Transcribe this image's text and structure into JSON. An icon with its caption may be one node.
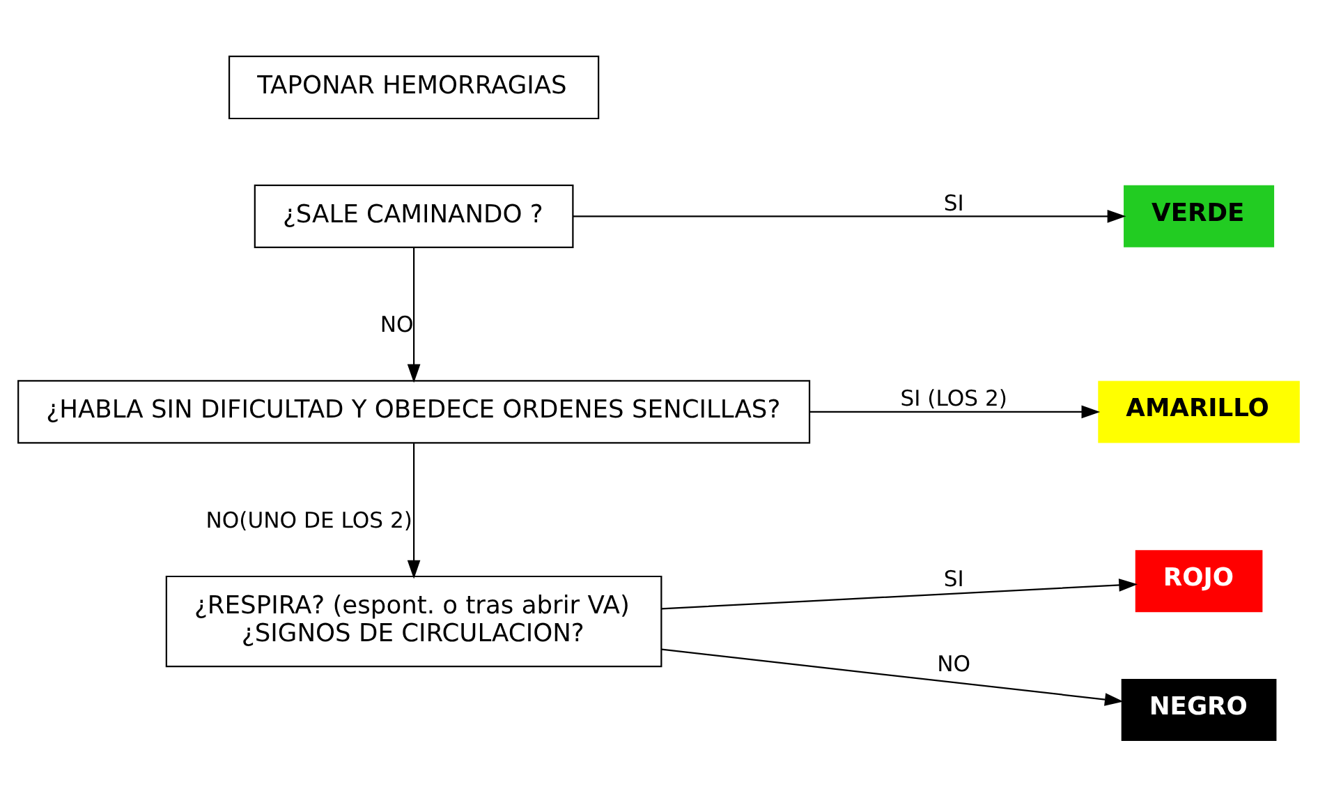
{
  "diagram": {
    "nodes": [
      {
        "text": [
          "¿SALE CAMINANDO ?"
        ]
      },
      {
        "text": [
          "VERDE"
        ]
      },
      {
        "text": [
          "¿HABLA SIN DIFICULTAD Y OBEDECE ORDENES SENCILLAS?"
        ]
      },
      {
        "text": [
          "AMARILLO"
        ]
      },
      {
        "text": [
          "¿RESPIRA? (espont. o tras abrir VA)",
          "¿SIGNOS DE CIRCULACION?"
        ]
      },
      {
        "text": [
          "ROJO"
        ]
      },
      {
        "text": [
          "NEGRO"
        ]
      },
      {
        "text": [
          "TAPONAR HEMORRAGIAS"
        ]
      }
    ],
    "edges": [
      {
        "from": 0,
        "to": 1,
        "arrow": "to",
        "label": "SI"
      },
      {
        "from": 0,
        "to": 2,
        "arrow": "to",
        "label": "NO"
      },
      {
        "from": 2,
        "to": 3,
        "arrow": "to",
        "label": "SI (LOS 2)"
      },
      {
        "from": 2,
        "to": 4,
        "arrow": "to",
        "label": "NO(UNO DE LOS 2)"
      },
      {
        "from": 4,
        "to": 5,
        "arrow": "to",
        "label": "SI"
      },
      {
        "from": 4,
        "to": 6,
        "arrow": "to",
        "label": "NO"
      }
    ]
  }
}
